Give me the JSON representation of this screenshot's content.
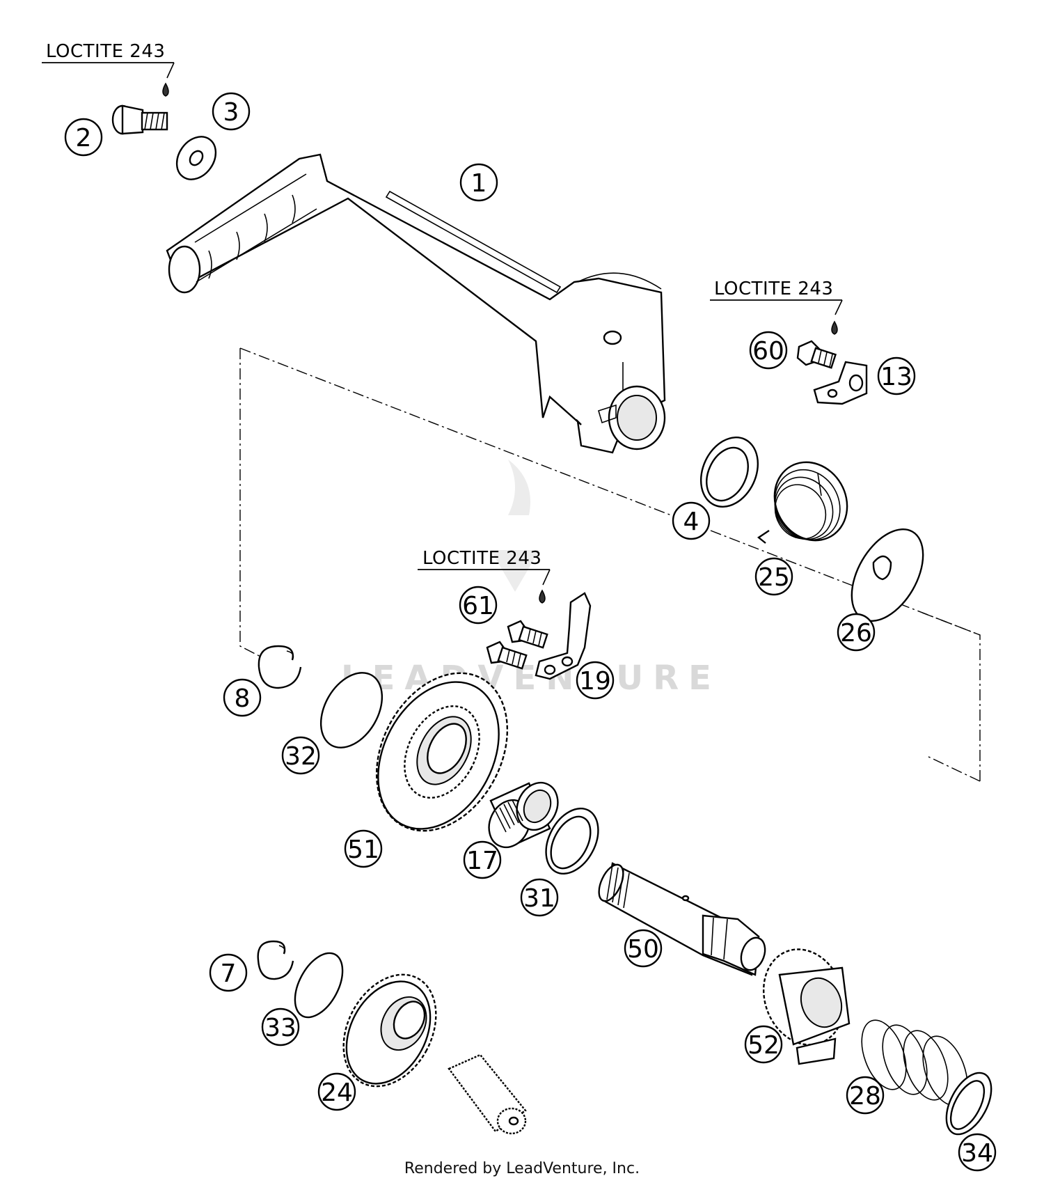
{
  "diagram": {
    "loctite_label": "LOCTITE 243",
    "watermark": "LEADVENTURE",
    "credit": "Rendered by LeadVenture, Inc.",
    "callouts": [
      "1",
      "2",
      "3",
      "4",
      "7",
      "8",
      "13",
      "17",
      "19",
      "24",
      "25",
      "26",
      "28",
      "31",
      "32",
      "33",
      "34",
      "50",
      "51",
      "52",
      "60",
      "61"
    ]
  }
}
